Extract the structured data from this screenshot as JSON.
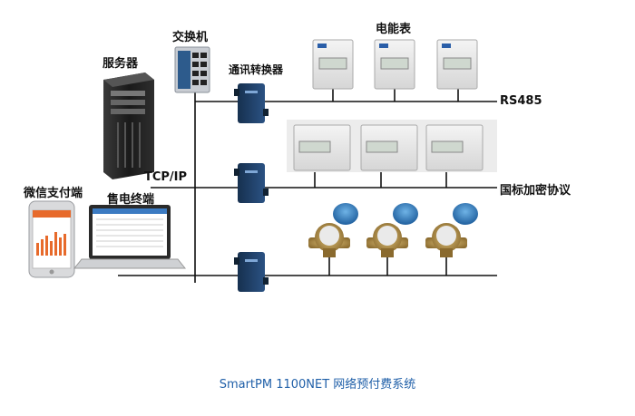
{
  "labels": {
    "server": "服务器",
    "switch": "交换机",
    "converter": "通讯转换器",
    "meter_group": "电能表",
    "rs485": "RS485",
    "tcpip": "TCP/IP",
    "wechat_terminal": "微信支付端",
    "sales_terminal": "售电终端",
    "protocol": "国标加密协议"
  },
  "caption": "SmartPM 1100NET 网络预付费系统",
  "colors": {
    "line": "#111111",
    "caption": "#1f5fa8",
    "converter": "#1e3d66",
    "water_meter_cap": "#2a6fb0",
    "brass": "#b08a45"
  }
}
